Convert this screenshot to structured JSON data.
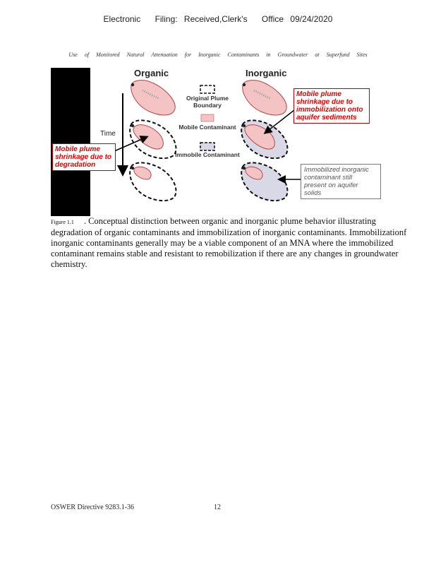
{
  "stamp": {
    "electronic": "Electronic",
    "filing": "Filing:",
    "received": "Received,Clerk's",
    "office": "Office",
    "date": "09/24/2020"
  },
  "running_header": [
    "Use",
    "of",
    "Monitored",
    "Natural",
    "Attenuation",
    "for",
    "Inorganic",
    "Contaminants",
    "in",
    "Groundwater",
    "at",
    "Superfund",
    "Sites"
  ],
  "figure": {
    "organic_heading": "Organic",
    "inorganic_heading": "Inorganic",
    "time_label": "Time",
    "legend": {
      "original": [
        "Original Plume",
        "Boundary"
      ],
      "mobile": "Mobile Contaminant",
      "immobile": "Immobile Contaminant"
    },
    "callout_degradation": [
      "Mobile plume",
      "shrinkage due to",
      "degradation"
    ],
    "callout_immobilization": [
      "Mobile plume",
      "shrinkage due to",
      "immobilization onto",
      "aquifer sediments"
    ],
    "callout_immobilized": [
      "Immobilized inorganic",
      "contaminant still",
      "present on aquifer",
      "solids"
    ],
    "colors": {
      "mobile_fill": "#f4c3c3",
      "mobile_stroke": "#b04848",
      "immobile_fill": "#d8d8e6",
      "callout_red": "#e00000"
    }
  },
  "caption": {
    "figure_number": "Figure 1.1",
    "text": ". Conceptual distinction between organic and inorganic plume behavior illustrating degradation of organic contaminants and immobilization of inorganic contaminants. Immobilizationf inorganic contaminants generally may be a viable component of an MNA where the immobilized contaminant remains stable and resistant to remobilization if there are any changes in groundwater chemistry."
  },
  "footer": {
    "directive": "OSWER Directive 9283.1-36",
    "page_number": "12"
  }
}
